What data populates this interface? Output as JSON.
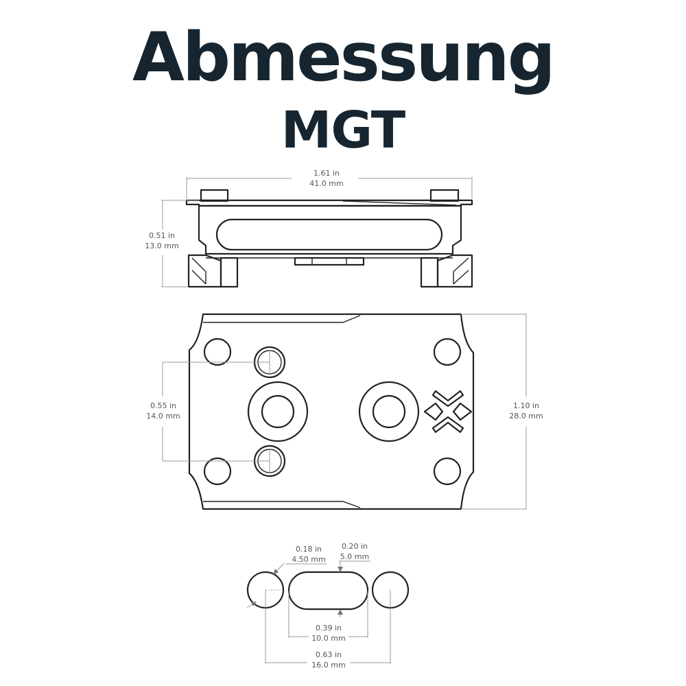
{
  "title": "Abmessung",
  "subtitle": "MGT",
  "dimensions": {
    "overall_length": {
      "in": "1.61 in",
      "mm": "41.0 mm"
    },
    "height": {
      "in": "0.51 in",
      "mm": "13.0 mm"
    },
    "screw_spacing": {
      "in": "0.55 in",
      "mm": "14.0 mm"
    },
    "overall_width": {
      "in": "1.10 in",
      "mm": "28.0 mm"
    },
    "pin_diameter": {
      "in": "0.18 in",
      "mm": "4.50 mm"
    },
    "slot_width": {
      "in": "0.20 in",
      "mm": "5.0 mm"
    },
    "slot_length": {
      "in": "0.39 in",
      "mm": "10.0 mm"
    },
    "pin_spacing": {
      "in": "0.63 in",
      "mm": "16.0 mm"
    }
  }
}
